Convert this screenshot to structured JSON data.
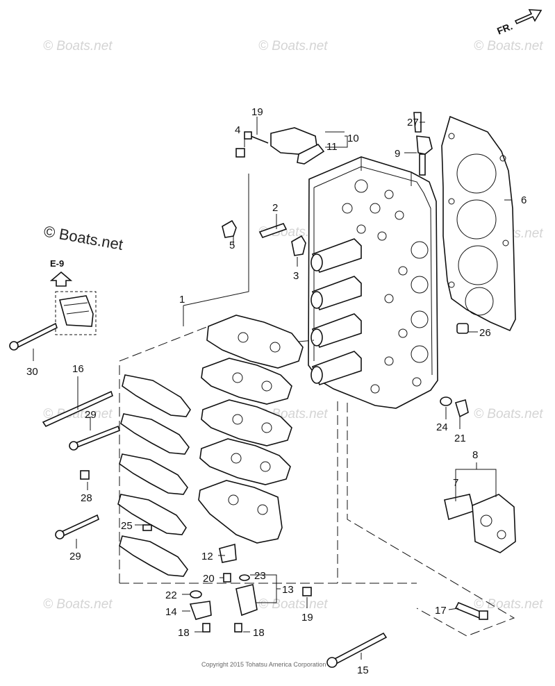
{
  "watermarks": [
    "© Boats.net",
    "© Boats.net",
    "© Boats.net",
    "© Boats.net",
    "© Boats.net",
    "© Boats.net",
    "© Boats.net",
    "© Boats.net",
    "© Boats.net",
    "© Boats.net",
    "© Boats.net"
  ],
  "main_watermark": "© Boats.net",
  "direction_label": "FR.",
  "reference_label": "E-9",
  "copyright": "Copyright 2015 Tohatsu America Corporation",
  "callouts": {
    "c1": "1",
    "c2": "2",
    "c3": "3",
    "c4": "4",
    "c5": "5",
    "c6": "6",
    "c7": "7",
    "c8": "8",
    "c9": "9",
    "c10": "10",
    "c11": "11",
    "c12": "12",
    "c13": "13",
    "c14": "14",
    "c15": "15",
    "c16": "16",
    "c17": "17",
    "c18a": "18",
    "c18b": "18",
    "c19a": "19",
    "c19b": "19",
    "c20": "20",
    "c21": "21",
    "c22": "22",
    "c23": "23",
    "c24": "24",
    "c25": "25",
    "c26": "26",
    "c27": "27",
    "c28": "28",
    "c29a": "29",
    "c29b": "29",
    "c30": "30"
  }
}
